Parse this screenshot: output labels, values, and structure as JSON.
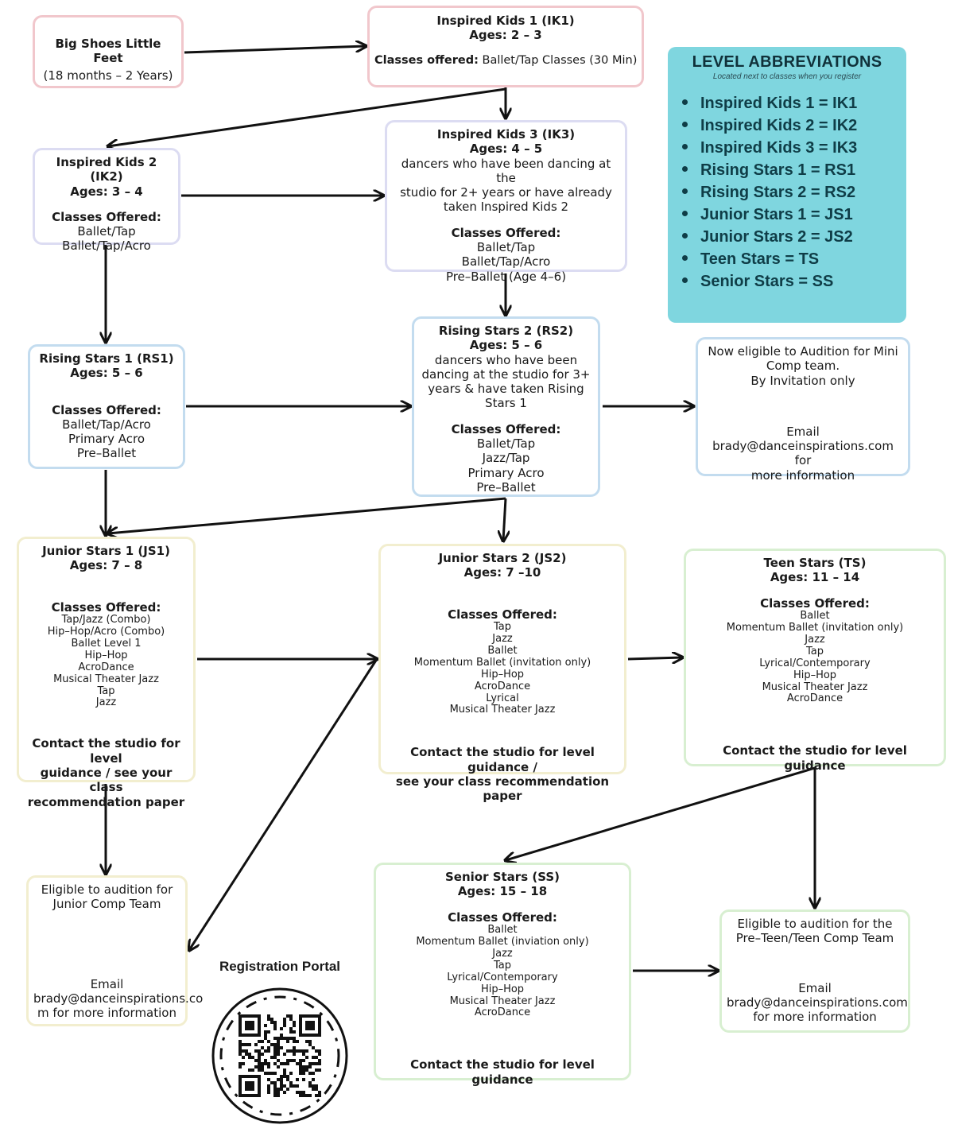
{
  "big_shoes": {
    "title": "Big Shoes Little Feet",
    "ages": "(18 months – 2 Years)"
  },
  "ik1": {
    "title": "Inspired Kids 1 (IK1)",
    "ages": "Ages: 2 – 3",
    "classes_label": "Classes offered:",
    "classes": "Ballet/Tap Classes (30 Min)"
  },
  "ik2": {
    "title": "Inspired Kids 2 (IK2)",
    "ages": "Ages: 3 – 4",
    "classes_label": "Classes Offered:",
    "classes": [
      "Ballet/Tap",
      "Ballet/Tap/Acro"
    ]
  },
  "ik3": {
    "title": "Inspired Kids 3 (IK3)",
    "ages": "Ages: 4 – 5",
    "desc": [
      "dancers who have been dancing at the",
      "studio for 2+ years or have already",
      "taken Inspired Kids 2"
    ],
    "classes_label": "Classes Offered:",
    "classes": [
      "Ballet/Tap",
      "Ballet/Tap/Acro",
      "Pre–Ballet (Age 4–6)"
    ]
  },
  "rs1": {
    "title": "Rising Stars 1 (RS1)",
    "ages": "Ages: 5 – 6",
    "classes_label": "Classes Offered:",
    "classes": [
      "Ballet/Tap/Acro",
      "Primary Acro",
      "Pre–Ballet"
    ]
  },
  "rs2": {
    "title": "Rising Stars 2 (RS2)",
    "ages": "Ages: 5 – 6",
    "desc": [
      "dancers who have been",
      "dancing at the studio for 3+",
      "years & have taken Rising",
      "Stars 1"
    ],
    "classes_label": "Classes Offered:",
    "classes": [
      "Ballet/Tap",
      "Jazz/Tap",
      "Primary Acro",
      "Pre–Ballet"
    ]
  },
  "mini_comp": {
    "lines": [
      "Now eligible to Audition for Mini",
      "Comp team.",
      "By Invitation only"
    ],
    "email_lines": [
      "Email",
      "brady@danceinspirations.com for",
      "more information"
    ]
  },
  "js1": {
    "title": "Junior Stars 1 (JS1)",
    "ages": "Ages: 7 – 8",
    "classes_label": "Classes Offered:",
    "classes": [
      "Tap/Jazz (Combo)",
      "Hip–Hop/Acro (Combo)",
      "Ballet Level 1",
      "Hip–Hop",
      "AcroDance",
      "Musical Theater Jazz",
      "Tap",
      "Jazz"
    ],
    "contact": [
      "Contact the studio for level",
      "guidance / see your class",
      "recommendation paper"
    ]
  },
  "js2": {
    "title": "Junior Stars 2 (JS2)",
    "ages": "Ages: 7 –10",
    "classes_label": "Classes Offered:",
    "classes": [
      "Tap",
      "Jazz",
      "Ballet",
      "Momentum Ballet (invitation only)",
      "Hip–Hop",
      "AcroDance",
      "Lyrical",
      "Musical Theater Jazz"
    ],
    "contact": [
      "Contact the studio for level guidance /",
      "see your class recommendation paper"
    ]
  },
  "ts": {
    "title": "Teen Stars (TS)",
    "ages": "Ages: 11 – 14",
    "classes_label": "Classes Offered:",
    "classes": [
      "Ballet",
      "Momentum Ballet (invitation only)",
      "Jazz",
      "Tap",
      "Lyrical/Contemporary",
      "Hip–Hop",
      "Musical Theater Jazz",
      "AcroDance"
    ],
    "contact": "Contact the studio for level guidance"
  },
  "junior_comp": {
    "lines": [
      "Eligible to audition for",
      "Junior Comp Team"
    ],
    "email_lines": [
      "Email",
      "brady@danceinspirations.co",
      "m for more information"
    ]
  },
  "ss": {
    "title": "Senior Stars (SS)",
    "ages": "Ages: 15 – 18",
    "classes_label": "Classes Offered:",
    "classes": [
      "Ballet",
      "Momentum Ballet (inviation only)",
      "Jazz",
      "Tap",
      "Lyrical/Contemporary",
      "Hip–Hop",
      "Musical Theater Jazz",
      "AcroDance"
    ],
    "contact": "Contact the studio for level guidance"
  },
  "teen_comp": {
    "lines": [
      "Eligible to audition for the",
      "Pre–Teen/Teen Comp Team"
    ],
    "email_lines": [
      "Email",
      "brady@danceinspirations.com",
      "for more information"
    ]
  },
  "legend": {
    "title": "LEVEL ABBREVIATIONS",
    "subtitle": "Located next to classes when you register",
    "items": [
      "Inspired Kids 1 = IK1",
      "Inspired Kids 2 = IK2",
      "Inspired Kids 3 = IK3",
      "Rising Stars 1 = RS1",
      "Rising Stars 2 = RS2",
      "Junior Stars 1 = JS1",
      "Junior Stars 2 = JS2",
      "Teen Stars = TS",
      "Senior Stars = SS"
    ],
    "color": "#7fd6df"
  },
  "registration": {
    "title": "Registration Portal",
    "icon": "qr-code-icon"
  }
}
